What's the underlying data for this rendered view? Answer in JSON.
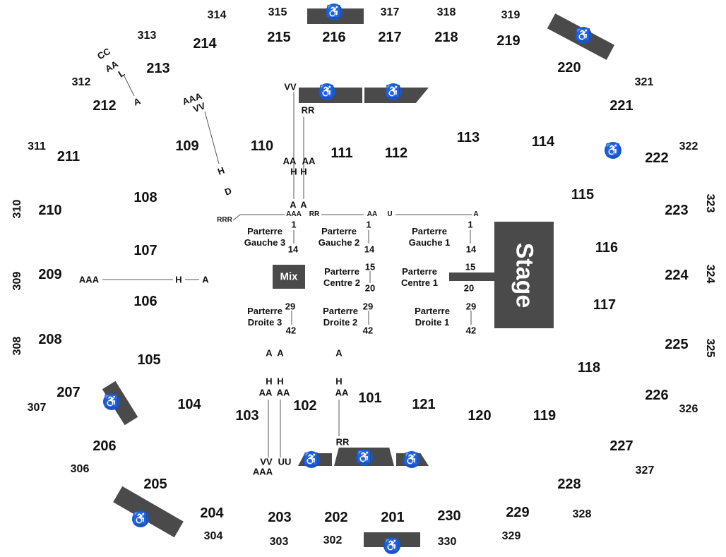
{
  "sections_200": [
    "214",
    "215",
    "216",
    "217",
    "218",
    "219",
    "220",
    "221",
    "222",
    "223",
    "224",
    "225",
    "226",
    "227",
    "228",
    "229",
    "230",
    "201",
    "202",
    "203",
    "204",
    "205",
    "206",
    "207",
    "208",
    "209",
    "210",
    "211",
    "212",
    "213"
  ],
  "sections_100": [
    "109",
    "110",
    "111",
    "112",
    "113",
    "114",
    "115",
    "116",
    "117",
    "118",
    "119",
    "120",
    "121",
    "101",
    "102",
    "103",
    "104",
    "105",
    "106",
    "107",
    "108"
  ],
  "sections_300": [
    "314",
    "315",
    "317",
    "318",
    "319",
    "321",
    "322",
    "323",
    "324",
    "325",
    "326",
    "327",
    "328",
    "329",
    "330",
    "302",
    "303",
    "304",
    "306",
    "307",
    "308",
    "309",
    "310",
    "311",
    "312",
    "313"
  ],
  "parterre": [
    "Parterre\nGauche 3",
    "Parterre\nGauche 2",
    "Parterre\nGauche 1",
    "Parterre\nCentre 2",
    "Parterre\nCentre 1",
    "Parterre\nDroite 3",
    "Parterre\nDroite 2",
    "Parterre\nDroite 1"
  ],
  "rows": [
    "1",
    "14",
    "1",
    "14",
    "1",
    "14",
    "15",
    "20",
    "15",
    "20",
    "29",
    "42",
    "29",
    "42",
    "29",
    "42",
    "RRR",
    "AAA",
    "RR",
    "AA",
    "U",
    "A",
    "VV",
    "RR",
    "AA",
    "H",
    "AA",
    "H",
    "A",
    "A",
    "AAA",
    "H",
    "A",
    "A",
    "A",
    "H",
    "H",
    "AA",
    "AA",
    "A",
    "H",
    "AA",
    "VV",
    "UU",
    "AAA",
    "RR",
    "CC",
    "AA",
    "L",
    "A",
    "AAA",
    "VV",
    "H",
    "D"
  ],
  "stage_label": "Stage",
  "mix_label": "Mix",
  "wheelchair_icon": "wheelchair-accessible-icon",
  "colors": {
    "accessible": "#1a56c8",
    "structure": "#4a4a4a"
  }
}
